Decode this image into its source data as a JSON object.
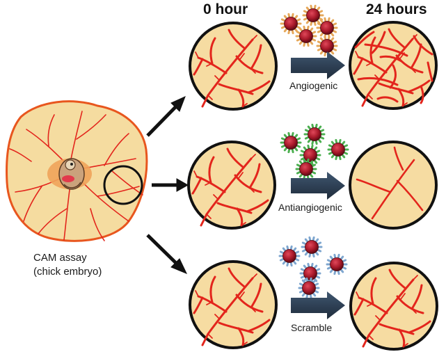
{
  "headers": {
    "start": "0 hour",
    "end": "24 hours"
  },
  "assay": {
    "line1": "CAM assay",
    "line2": "(chick embryo)"
  },
  "treatments": [
    {
      "label": "Angiogenic",
      "spike_color": "#e6a85a",
      "outcome": "dense vessel network"
    },
    {
      "label": "Antiangiogenic",
      "spike_color": "#4caf50",
      "outcome": "sparse vessels"
    },
    {
      "label": "Scramble",
      "spike_color": "#7ea6cf",
      "outcome": "unchanged vessels"
    }
  ],
  "colors": {
    "dish_fill": "#f6dca2",
    "dish_border": "#111111",
    "vessel": "#e3251c",
    "egg_fill": "#f5dca0",
    "egg_border": "#e8561e",
    "arrow": "#2f3f52",
    "nanoparticle_core": "#a8192a"
  }
}
